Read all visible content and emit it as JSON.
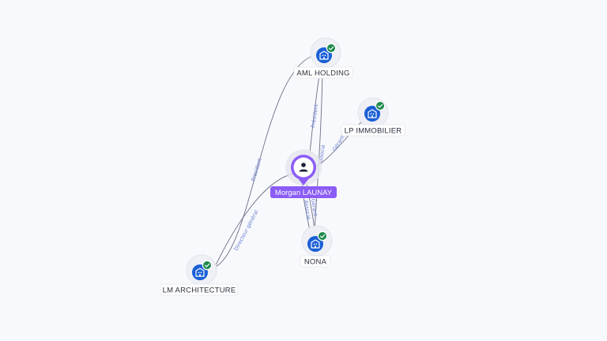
{
  "colors": {
    "background": "#f8f9fc",
    "company_icon": "#1a5fd6",
    "verified_badge": "#1f8a4c",
    "person_accent": "#8b5cf6",
    "edge": "#6b6f86",
    "edge_label": "#6b7fd0"
  },
  "nodes": {
    "person": {
      "label": "Morgan LAUNAY",
      "icon": "user-icon"
    },
    "aml_holding": {
      "label": "AML HOLDING",
      "icon": "building-icon",
      "badge": "check-icon"
    },
    "lp_immobilier": {
      "label": "LP IMMOBILIER",
      "icon": "building-icon",
      "badge": "check-icon"
    },
    "nona": {
      "label": "NONA",
      "icon": "building-icon",
      "badge": "check-icon"
    },
    "lm_architecture": {
      "label": "LM ARCHITECTURE",
      "icon": "building-icon",
      "badge": "check-icon"
    }
  },
  "edges": {
    "lm_to_aml": "Président",
    "person_to_aml": "Président",
    "person_to_lp": "Gérant",
    "aml_to_nona": "Associé",
    "person_to_nona_gerant": "Gérant",
    "person_to_nona_associe": "Associé",
    "person_to_lm": "Directeur général"
  }
}
